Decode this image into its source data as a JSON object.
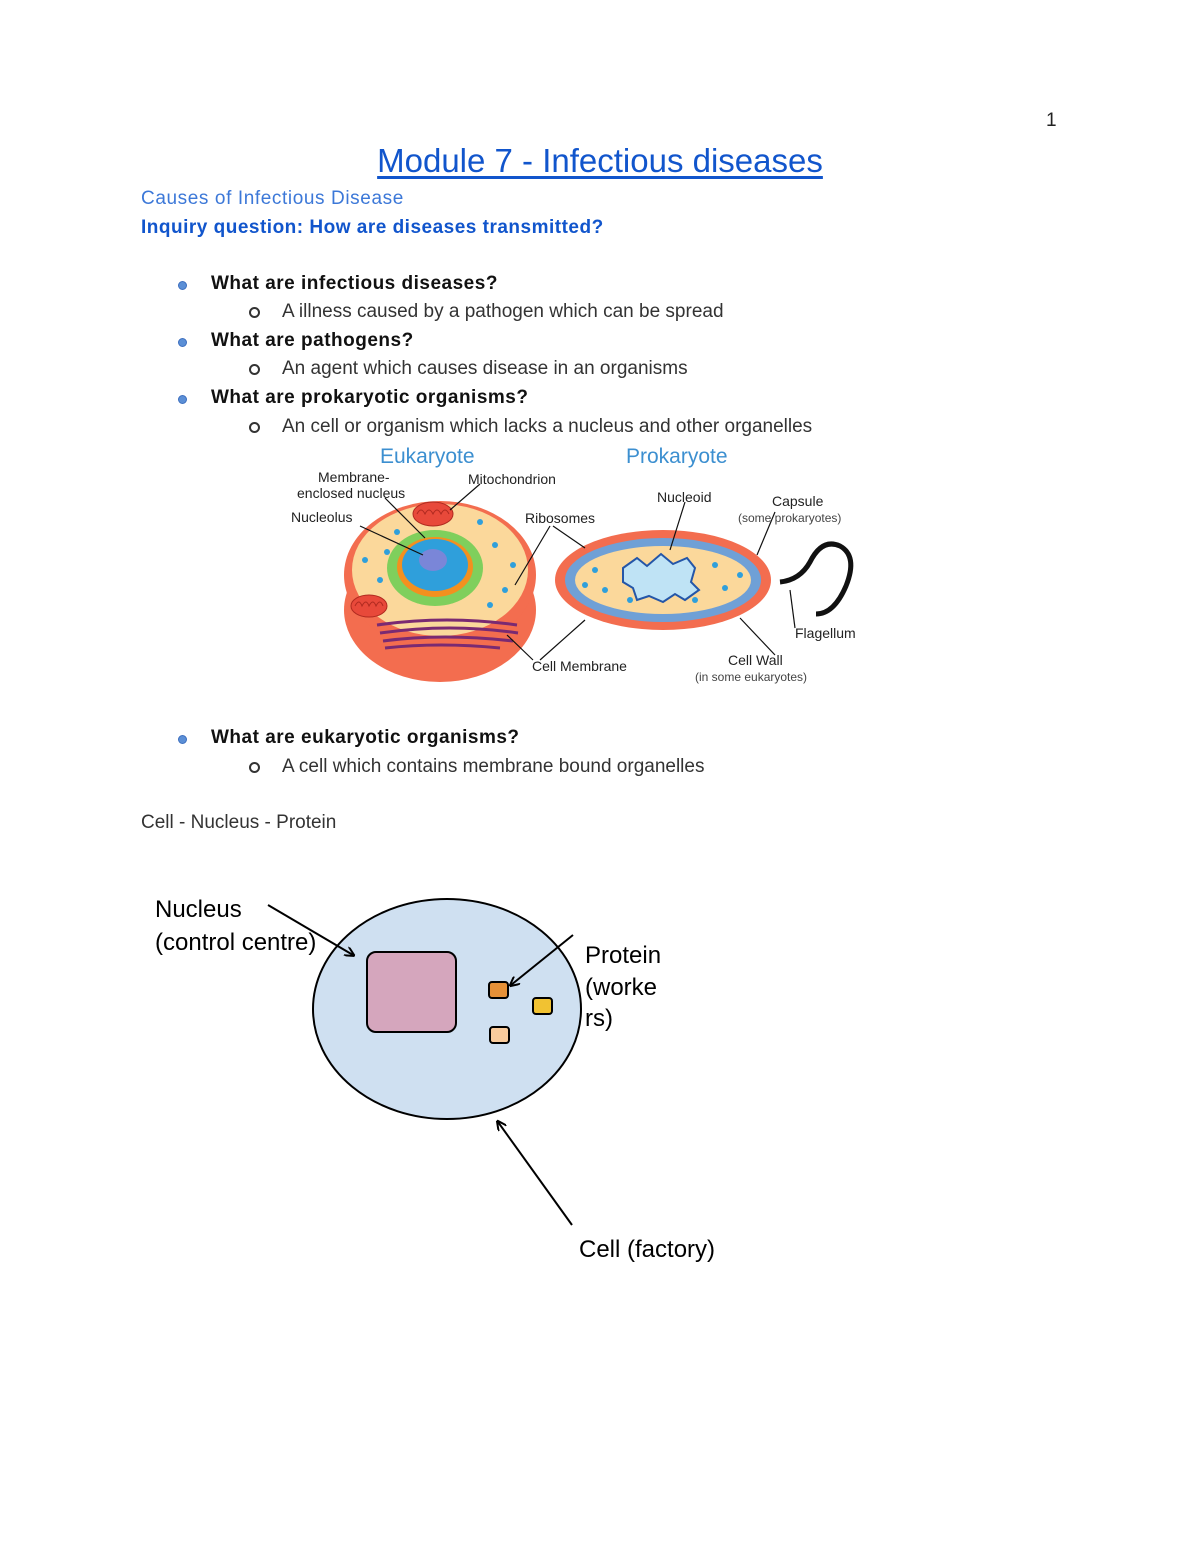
{
  "page_number": "1",
  "title": "Module 7 - Infectious diseases",
  "section_heading": "Causes of Infectious Disease",
  "inquiry": "Inquiry question: How are diseases transmitted?",
  "qa": [
    {
      "q": "What are infectious diseases?",
      "a": "A illness caused by a pathogen which can be spread"
    },
    {
      "q": "What are pathogens?",
      "a": "An agent which causes disease in an organisms"
    },
    {
      "q": "What are prokaryotic organisms?",
      "a": "An cell or organism which lacks a nucleus and other organelles"
    },
    {
      "q": "What are eukaryotic organisms?",
      "a": "A cell which contains membrane bound organelles"
    }
  ],
  "cell_diagram": {
    "eukaryote_title": "Eukaryote",
    "prokaryote_title": "Prokaryote",
    "membrane_line1": "Membrane-",
    "membrane_line2": "enclosed nucleus",
    "mitochondrion": "Mitochondrion",
    "nucleolus": "Nucleolus",
    "ribosomes": "Ribosomes",
    "nucleoid": "Nucleoid",
    "capsule": "Capsule",
    "capsule_note": "(some prokaryotes)",
    "flagellum": "Flagellum",
    "cell_wall": "Cell Wall",
    "cell_wall_note": "(in some eukaryotes)",
    "cell_membrane": "Cell Membrane"
  },
  "summary_line": "Cell - Nucleus - Protein",
  "factory_diagram": {
    "nucleus_line1": "Nucleus",
    "nucleus_line2": "(control centre)",
    "protein_line1": "Protein",
    "protein_line2": "(worke",
    "protein_line3": "rs)",
    "cell_label": "Cell (factory)"
  }
}
